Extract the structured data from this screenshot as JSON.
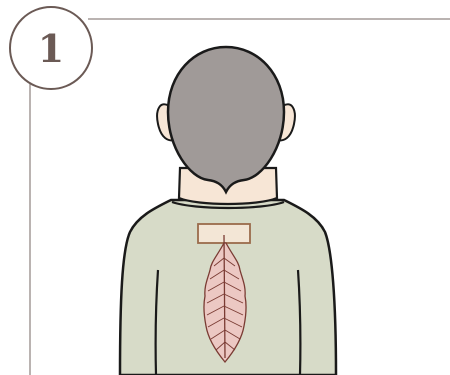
{
  "step": {
    "number": "1"
  },
  "colors": {
    "frame_line": "#a39a97",
    "badge_stroke": "#6b5a55",
    "badge_text": "#6b5a55",
    "hair": "#a09a98",
    "skin": "#f7e6d6",
    "shirt": "#d7dbc8",
    "outline": "#1a1a1a",
    "label_fill": "#f3e6d6",
    "label_stroke": "#9a6b4b",
    "leaf_fill": "#ecc8c3",
    "leaf_stroke": "#7a3b33"
  },
  "icons": {
    "figure": "person-back-view",
    "tag": "clothing-label",
    "rash": "leaf-shaped-rash"
  }
}
